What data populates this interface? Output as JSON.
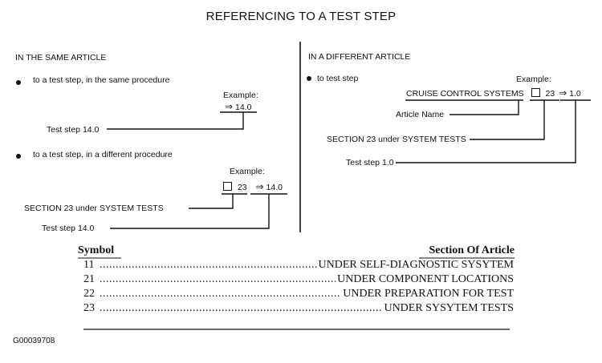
{
  "title": "REFERENCING TO A TEST STEP",
  "left": {
    "heading": "IN THE SAME ARTICLE",
    "item1": {
      "text": "to a test step, in the same procedure",
      "example_label": "Example:",
      "example_value": "14.0",
      "callout": "Test step 14.0"
    },
    "item2": {
      "text": "to a test step, in a different procedure",
      "example_label": "Example:",
      "section_num": "23",
      "step_value": "14.0",
      "callout_section": "SECTION 23 under SYSTEM TESTS",
      "callout_step": "Test step 14.0"
    }
  },
  "right": {
    "heading": "IN A DIFFERENT ARTICLE",
    "item1": {
      "text": "to test step",
      "example_label": "Example:",
      "article": "CRUISE CONTROL SYSTEMS",
      "section_num": "23",
      "step_value": "1.0",
      "callout_article": "Article Name",
      "callout_section": "SECTION 23 under SYSTEM TESTS",
      "callout_step": "Test step 1.0"
    }
  },
  "symbols": {
    "arrow": "⇒",
    "box": "square-box"
  },
  "table": {
    "header_symbol": "Symbol",
    "header_section": "Section Of Article",
    "rows": [
      {
        "symbol": "11",
        "section": "UNDER SELF-DIAGNOSTIC SYSYTEM"
      },
      {
        "symbol": "21",
        "section": "UNDER COMPONENT LOCATIONS"
      },
      {
        "symbol": "22",
        "section": "UNDER PREPARATION FOR TEST"
      },
      {
        "symbol": "23",
        "section": "UNDER SYSYTEM TESTS"
      }
    ]
  },
  "figure_id": "G00039708"
}
